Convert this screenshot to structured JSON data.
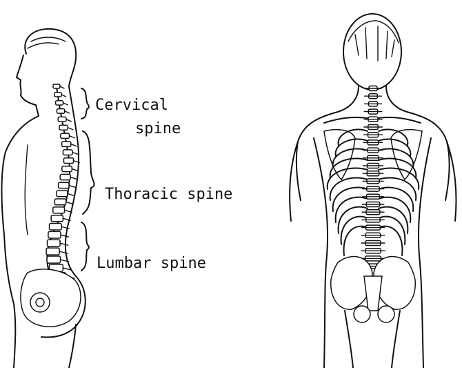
{
  "labels": {
    "cervical_line1": "Cervical",
    "cervical_line2": "spine",
    "thoracic": "Thoracic spine",
    "lumbar": "Lumbar spine"
  },
  "colors": {
    "ink": "#111111",
    "background": "#ffffff"
  }
}
